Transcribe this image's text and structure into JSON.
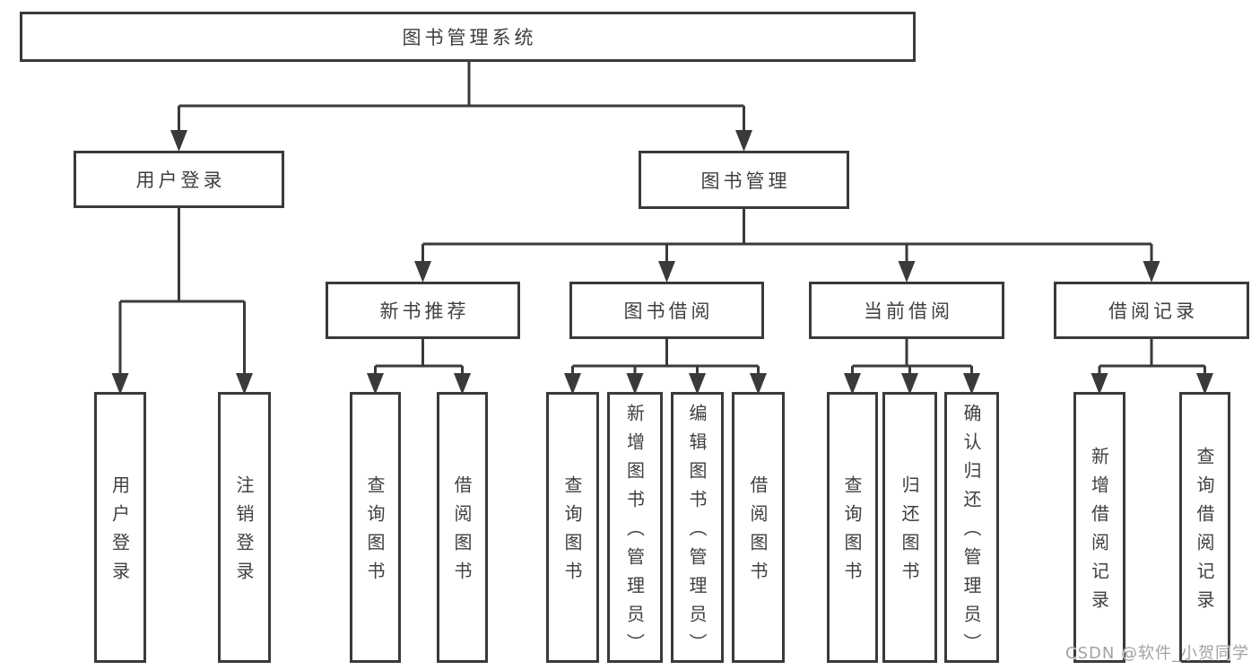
{
  "title": {
    "label": "图书管理系统"
  },
  "level2": [
    {
      "label": "用户登录"
    },
    {
      "label": "图书管理"
    }
  ],
  "level3": [
    {
      "label": "新书推荐"
    },
    {
      "label": "图书借阅"
    },
    {
      "label": "当前借阅"
    },
    {
      "label": "借阅记录"
    }
  ],
  "leaves": [
    {
      "label": "用户登录"
    },
    {
      "label": "注销登录"
    },
    {
      "label": "查询图书"
    },
    {
      "label": "借阅图书"
    },
    {
      "label": "查询图书"
    },
    {
      "label": "新增图书（管理员）"
    },
    {
      "label": "编辑图书（管理员）"
    },
    {
      "label": "借阅图书"
    },
    {
      "label": "查询图书"
    },
    {
      "label": "归还图书"
    },
    {
      "label": "确认归还（管理员）"
    },
    {
      "label": "新增借阅记录"
    },
    {
      "label": "查询借阅记录"
    }
  ],
  "watermark": {
    "label": "CSDN @软件_小贺同学"
  },
  "colors": {
    "line": "#3a3a3a",
    "text": "#3f3f3f",
    "watermark": "#a3a3a3",
    "background": "#ffffff"
  }
}
